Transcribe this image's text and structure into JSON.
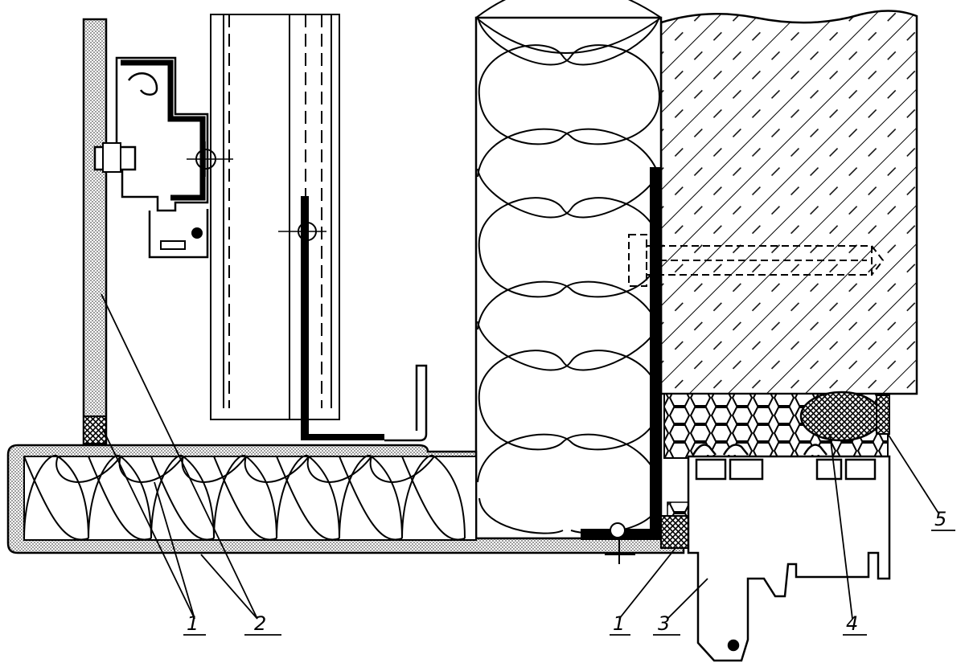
{
  "figure": {
    "background": "#ffffff",
    "ink": "#000000",
    "fill_dots": "#bdbdbd",
    "callouts": [
      {
        "id": "c1a",
        "label": "1"
      },
      {
        "id": "c2",
        "label": "2"
      },
      {
        "id": "c1b",
        "label": "1"
      },
      {
        "id": "c3",
        "label": "3"
      },
      {
        "id": "c4",
        "label": "4"
      },
      {
        "id": "c5",
        "label": "5"
      }
    ]
  }
}
